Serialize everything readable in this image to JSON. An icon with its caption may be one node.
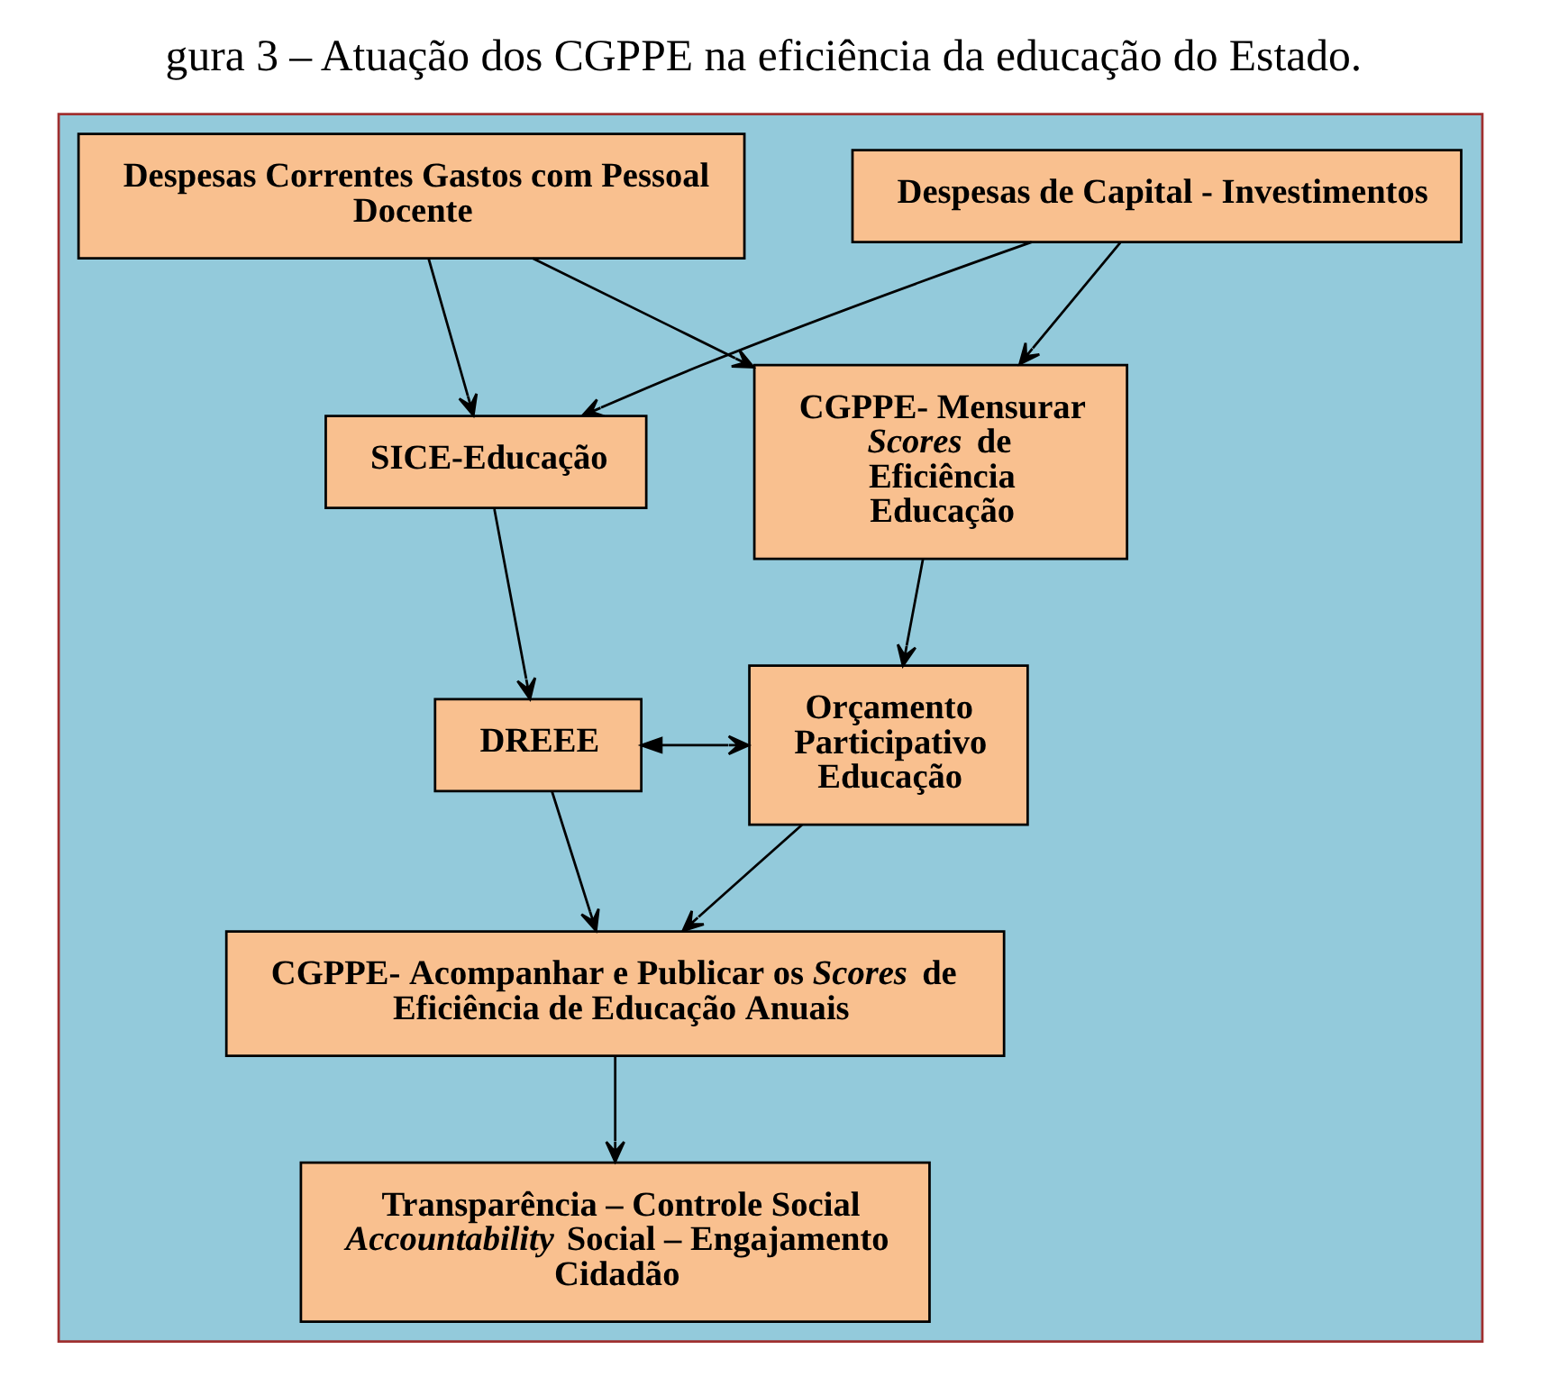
{
  "diagram": {
    "title": "gura 3 – Atuação dos CGPPE na eficiência da educação do Estado.",
    "nodes": [
      {
        "text": [],
        "shape": "box"
      },
      {
        "text": [
          "Despesas Correntes Gastos com Pessoal Docente"
        ],
        "in": 0
      },
      {
        "text": [
          "Despesas de Capital - Investimentos"
        ],
        "in": 0
      },
      {
        "text": [
          "SICE-Educação"
        ],
        "in": 0
      },
      {
        "text": [
          "CGPPE- Mensurar *Scores* de Eficiência Educação"
        ],
        "in": 0
      },
      {
        "text": [
          "DREEE"
        ],
        "in": 0
      },
      {
        "text": [
          "Orçamento Participativo Educação"
        ],
        "in": 0
      },
      {
        "text": [
          "CGPPE- Acompanhar e Publicar os *Scores* de Eficiência de Educação Anuais"
        ],
        "in": 0
      },
      {
        "text": [
          "Transparência – Controle Social *Accountability* Social – Engajamento Cidadão"
        ],
        "in": 0
      }
    ],
    "edges": [
      {
        "from": 1,
        "to": 3,
        "arrow": "to"
      },
      {
        "from": 1,
        "to": 4,
        "arrow": "to"
      },
      {
        "from": 2,
        "to": 3,
        "arrow": "to"
      },
      {
        "from": 2,
        "to": 4,
        "arrow": "to"
      },
      {
        "from": 3,
        "to": 5,
        "arrow": "to"
      },
      {
        "from": 4,
        "to": 6,
        "arrow": "to"
      },
      {
        "from": 5,
        "to": 6,
        "arrow": "both"
      },
      {
        "from": 5,
        "to": 7,
        "arrow": "to"
      },
      {
        "from": 6,
        "to": 7,
        "arrow": "to"
      },
      {
        "from": 7,
        "to": 8,
        "arrow": "to"
      }
    ]
  }
}
